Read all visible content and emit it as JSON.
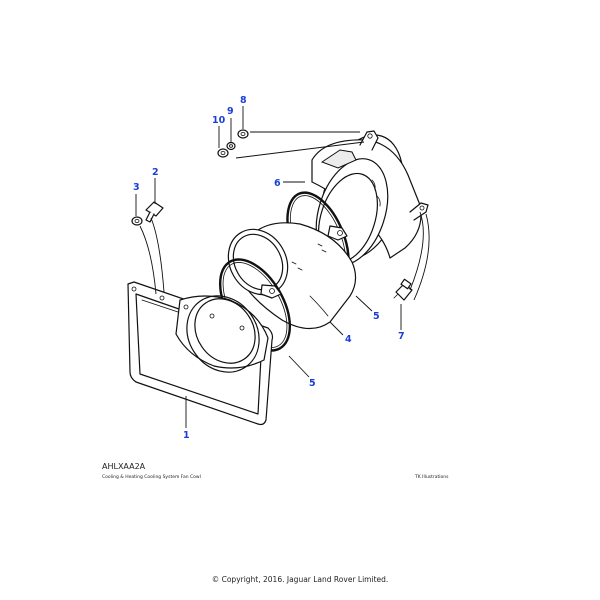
{
  "figure": {
    "ref_code": "AHLXAA2A",
    "caption": "Cooling & Heating Cooling System Fan Cowl",
    "credit": "TK Illustrations",
    "copyright": "© Copyright, 2016. Jaguar Land Rover Limited."
  },
  "callouts": {
    "c1": "1",
    "c2": "2",
    "c3": "3",
    "c4": "4",
    "c5a": "5",
    "c5b": "5",
    "c6": "6",
    "c7": "7",
    "c8": "8",
    "c9": "9",
    "c10": "10"
  },
  "colors": {
    "callout": "#1a3fd6",
    "line": "#111111"
  }
}
